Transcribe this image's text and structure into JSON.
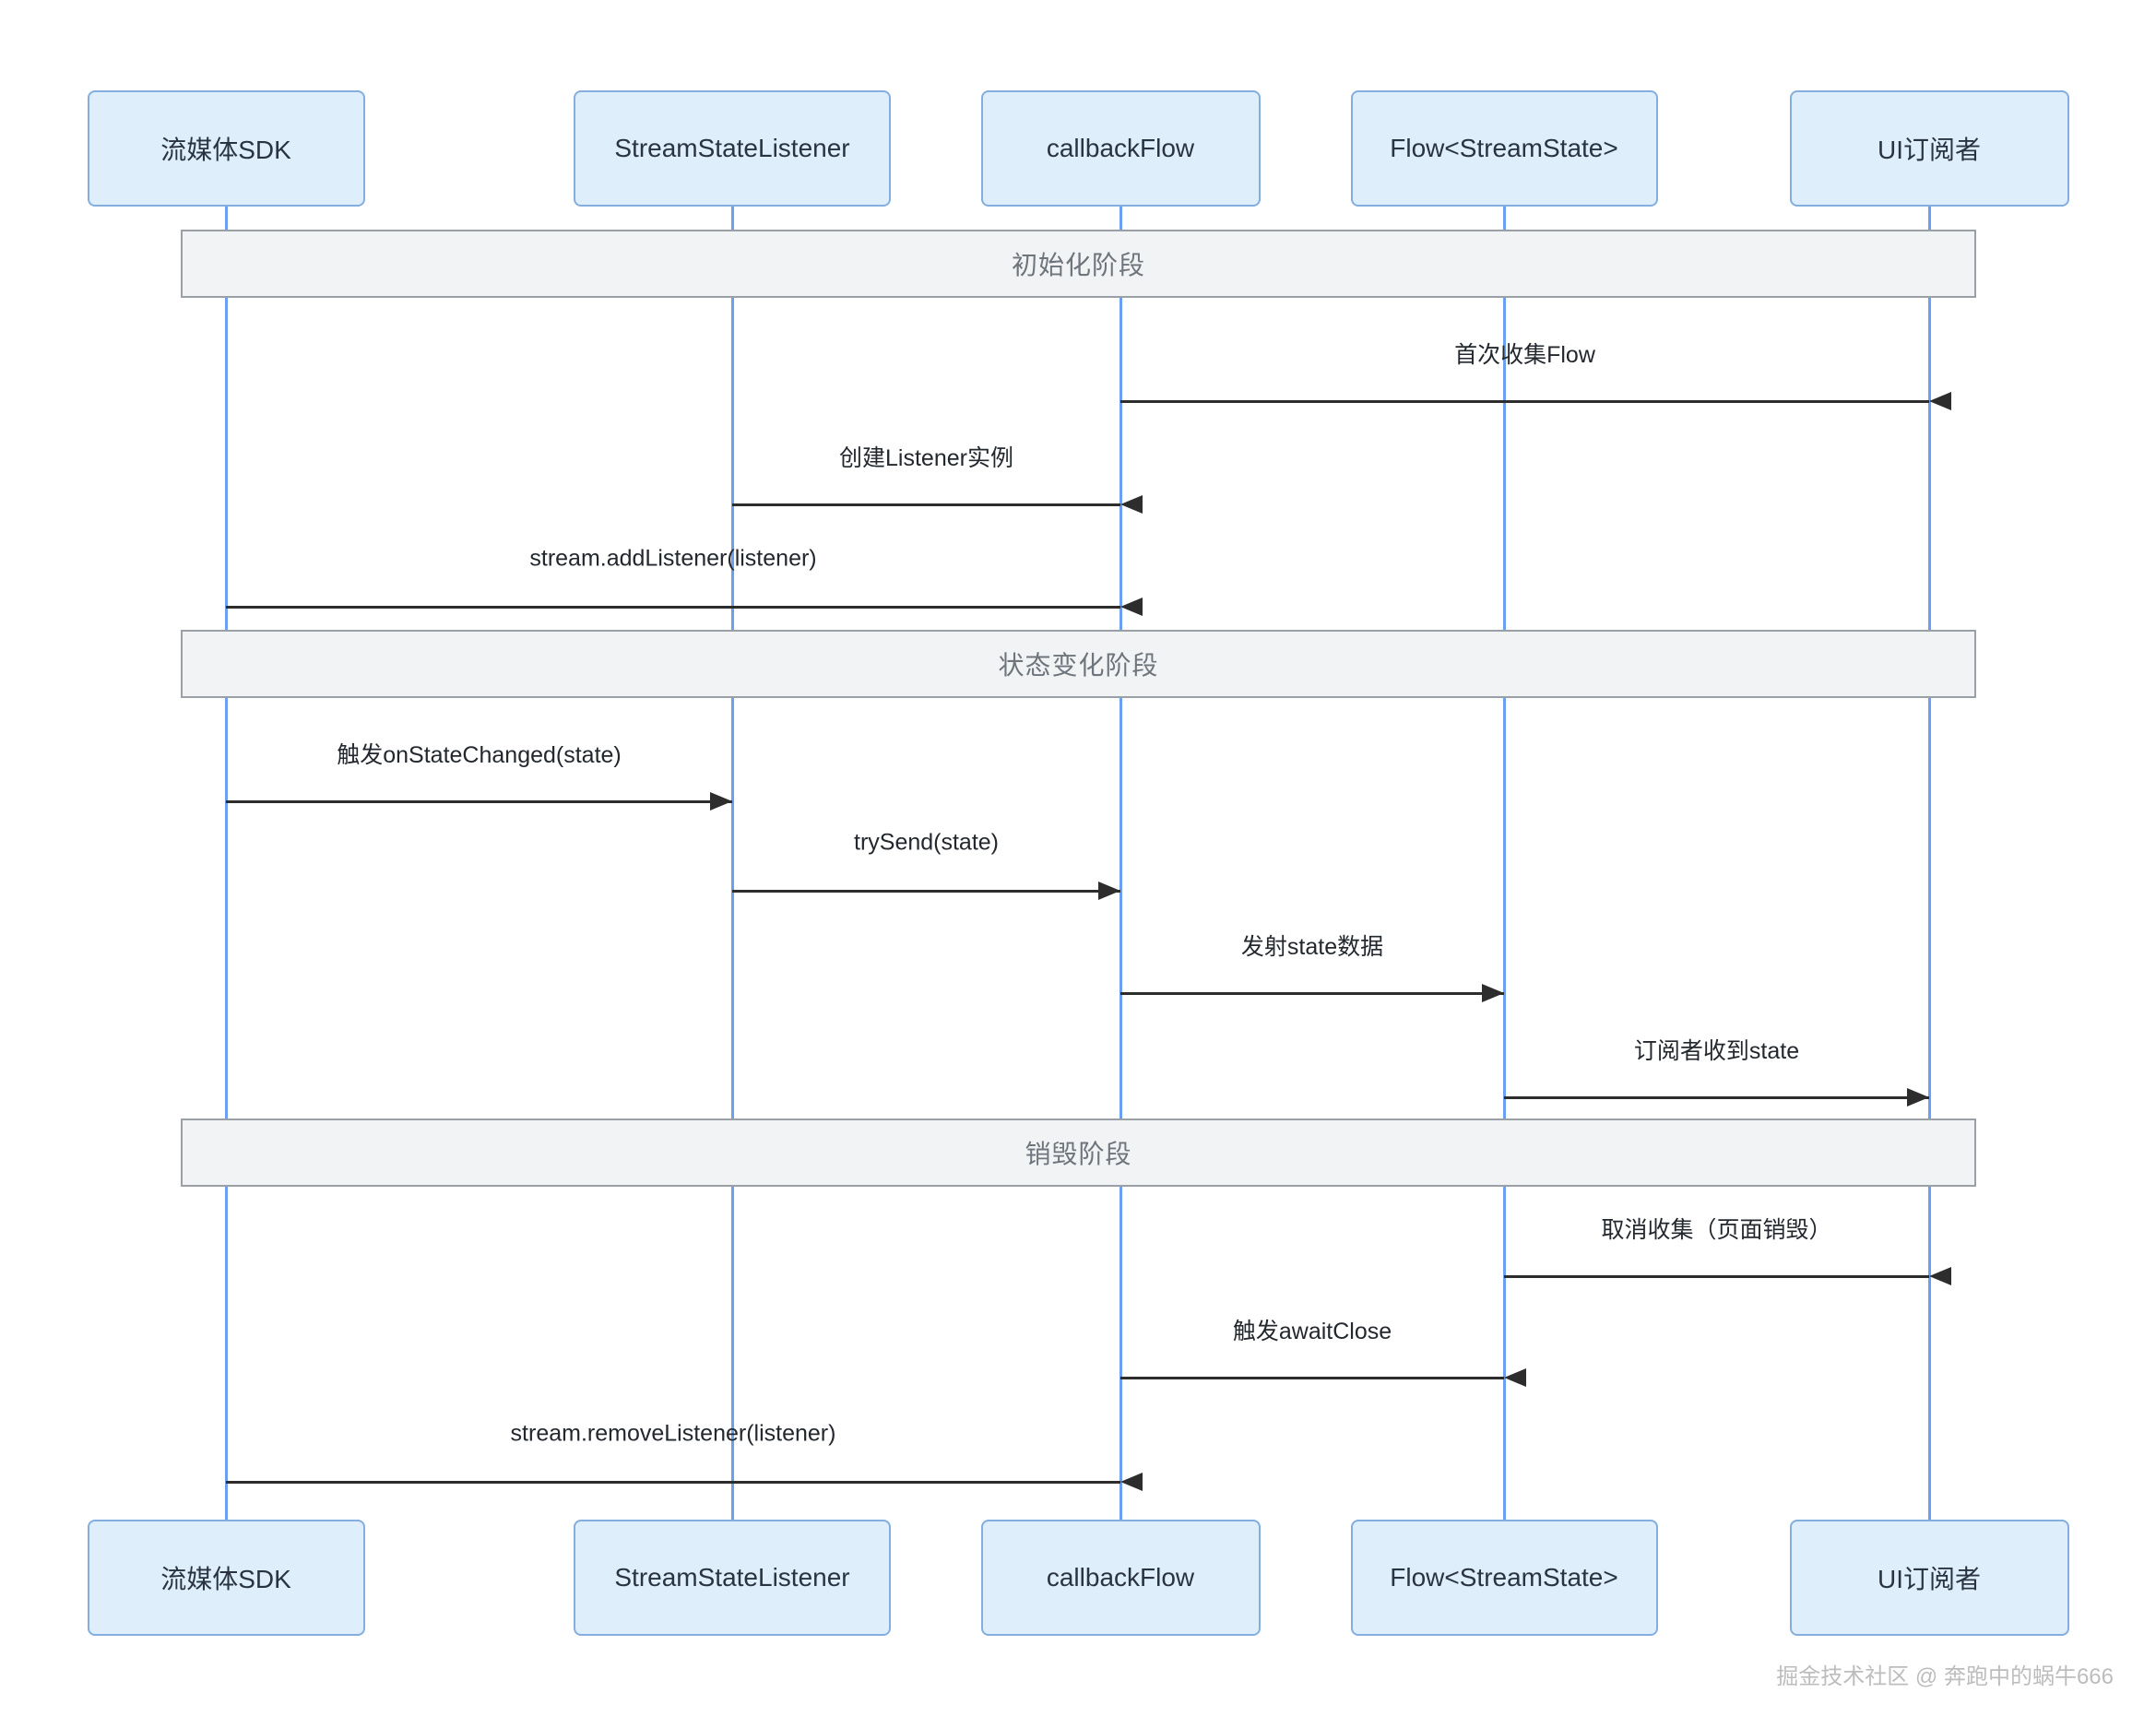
{
  "diagram": {
    "type": "sequence-diagram",
    "actors": [
      {
        "id": "streaming-sdk",
        "label": "流媒体SDK"
      },
      {
        "id": "stream-state-listener",
        "label": "StreamStateListener"
      },
      {
        "id": "callback-flow",
        "label": "callbackFlow"
      },
      {
        "id": "flow-stream-state",
        "label": "Flow<StreamState>"
      },
      {
        "id": "ui-subscriber",
        "label": "UI订阅者"
      }
    ],
    "phases": [
      {
        "id": "init",
        "label": "初始化阶段",
        "messages": [
          {
            "id": "first-collect-flow",
            "from": "ui-subscriber",
            "to": "callback-flow",
            "label": "首次收集Flow"
          },
          {
            "id": "create-listener-instance",
            "from": "callback-flow",
            "to": "stream-state-listener",
            "label": "创建Listener实例"
          },
          {
            "id": "add-listener",
            "from": "callback-flow",
            "to": "streaming-sdk",
            "label": "stream.addListener(listener)"
          }
        ]
      },
      {
        "id": "state-change",
        "label": "状态变化阶段",
        "messages": [
          {
            "id": "on-state-changed",
            "from": "streaming-sdk",
            "to": "stream-state-listener",
            "label": "触发onStateChanged(state)"
          },
          {
            "id": "try-send",
            "from": "stream-state-listener",
            "to": "callback-flow",
            "label": "trySend(state)"
          },
          {
            "id": "emit-state",
            "from": "callback-flow",
            "to": "flow-stream-state",
            "label": "发射state数据"
          },
          {
            "id": "subscriber-receives-state",
            "from": "flow-stream-state",
            "to": "ui-subscriber",
            "label": "订阅者收到state"
          }
        ]
      },
      {
        "id": "destroy",
        "label": "销毁阶段",
        "messages": [
          {
            "id": "cancel-collect",
            "from": "ui-subscriber",
            "to": "flow-stream-state",
            "label": "取消收集（页面销毁）"
          },
          {
            "id": "await-close",
            "from": "flow-stream-state",
            "to": "callback-flow",
            "label": "触发awaitClose"
          },
          {
            "id": "remove-listener",
            "from": "callback-flow",
            "to": "streaming-sdk",
            "label": "stream.removeListener(listener)"
          }
        ]
      }
    ]
  },
  "watermark": "掘金技术社区 @ 奔跑中的蜗牛666",
  "colors": {
    "actor_fill": "#deeefb",
    "actor_border": "#84aede",
    "lifeline": "#6d9ff1",
    "band_fill": "#f2f3f5",
    "band_border": "#9aa0a6",
    "band_text": "#6e757c",
    "message_text": "#23272e",
    "arrow": "#2d2d2d",
    "watermark_text": "#bdbdbd"
  }
}
